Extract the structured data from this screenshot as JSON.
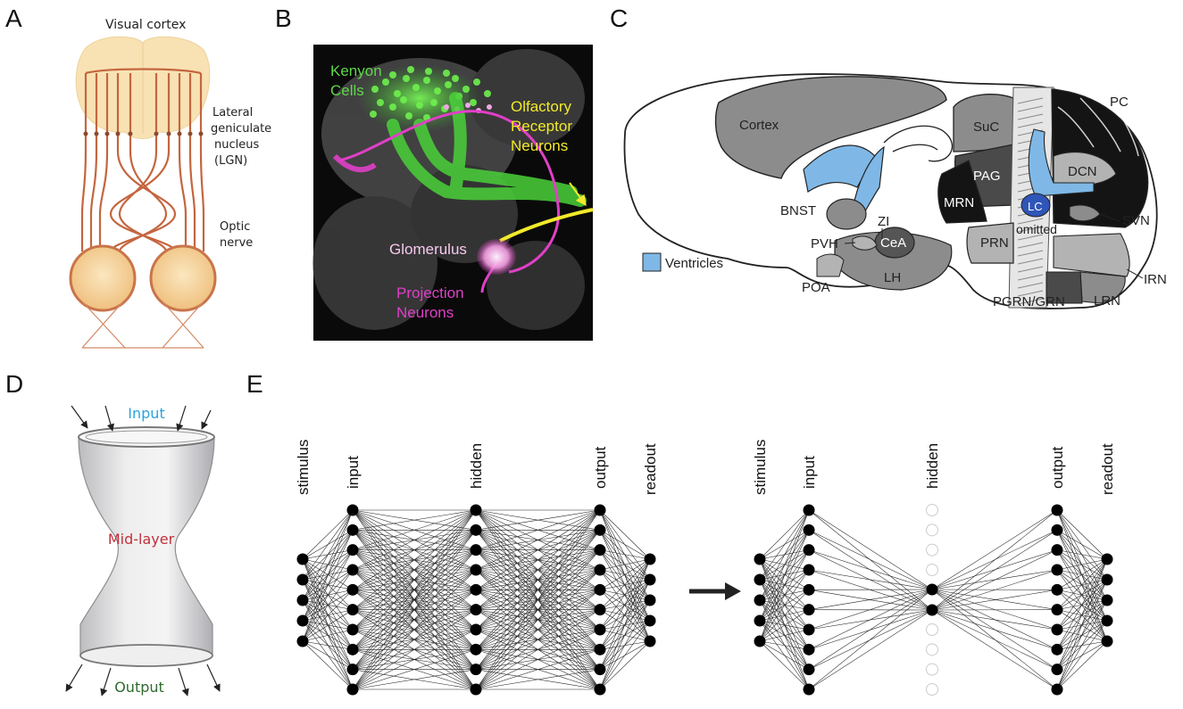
{
  "panels": {
    "a": {
      "letter": "A",
      "visual_cortex": "Visual cortex",
      "lgn_line1": "Lateral",
      "lgn_line2": "geniculate",
      "lgn_line3": "nucleus",
      "lgn_line4": "(LGN)",
      "optic_line1": "Optic",
      "optic_line2": "nerve"
    },
    "b": {
      "letter": "B",
      "kenyon_line1": "Kenyon",
      "kenyon_line2": "Cells",
      "orn_line1": "Olfactory",
      "orn_line2": "Receptor",
      "orn_line3": "Neurons",
      "glomerulus": "Glomerulus",
      "pn_line1": "Projection",
      "pn_line2": "Neurons",
      "colors": {
        "kenyon": "#5fd84a",
        "orn": "#f2ea2a",
        "pn": "#e03fc8",
        "glom": "#f7b3ee"
      }
    },
    "c": {
      "letter": "C",
      "cortex": "Cortex",
      "suc": "SuC",
      "pc": "PC",
      "pag": "PAG",
      "dcn": "DCN",
      "mrn": "MRN",
      "lc": "LC",
      "svn": "SVN",
      "bnst": "BNST",
      "zi": "ZI",
      "pvh": "PVH",
      "cea": "CeA",
      "prn": "PRN",
      "omitted": "omitted",
      "lh": "LH",
      "poa": "POA",
      "irn": "IRN",
      "lrn": "LRN",
      "pgrn": "PGRN/GRN",
      "ventricles": "Ventricles",
      "colors": {
        "ventricle": "#7fb8e6",
        "lc": "#2f55b8",
        "gray": "#8c8c8c",
        "dark": "#141414"
      }
    },
    "d": {
      "letter": "D",
      "input": "Input",
      "midlayer": "Mid-layer",
      "output": "Output",
      "colors": {
        "input": "#29a3de",
        "midlayer": "#c0303c",
        "output": "#2e6b2e"
      }
    },
    "e": {
      "letter": "E",
      "left_net": {
        "labels": [
          "stimulus",
          "input",
          "hidden",
          "output",
          "readout"
        ],
        "layer_sizes": [
          5,
          10,
          10,
          10,
          5
        ]
      },
      "right_net": {
        "labels": [
          "stimulus",
          "input",
          "hidden",
          "output",
          "readout"
        ],
        "layer_sizes": [
          5,
          10,
          2,
          10,
          5
        ],
        "omitted_hidden_nodes": 8
      }
    }
  }
}
